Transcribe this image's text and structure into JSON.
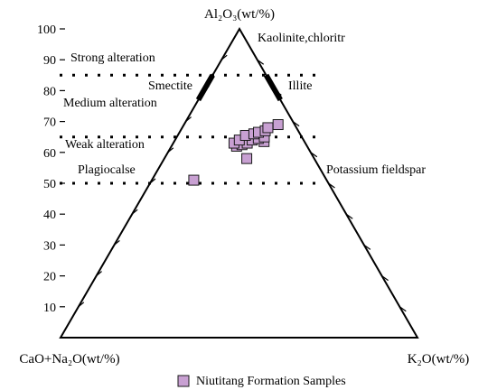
{
  "chart_data": {
    "type": "scatter",
    "title": "",
    "apex_labels": {
      "top": "Al₂O₃(wt/%)",
      "left": "CaO+Na₂O(wt/%)",
      "right": "K₂O(wt/%)"
    },
    "axis": {
      "label": "",
      "range": [
        0,
        100
      ],
      "ticks": [
        10,
        20,
        30,
        40,
        50,
        60,
        70,
        80,
        90,
        100
      ]
    },
    "reference_lines": [
      {
        "name": "strong-alteration-line",
        "value": 85
      },
      {
        "name": "weak-alteration-line",
        "value": 65
      },
      {
        "name": "plagioclase-fieldspar-line",
        "value": 50
      }
    ],
    "annotations": [
      {
        "name": "strong-alteration",
        "text": "Strong alteration"
      },
      {
        "name": "medium-alteration",
        "text": "Medium alteration"
      },
      {
        "name": "weak-alteration",
        "text": "Weak alteration"
      },
      {
        "name": "smectite",
        "text": "Smectite"
      },
      {
        "name": "illite",
        "text": "Illite"
      },
      {
        "name": "kaolinite-chlorite",
        "text": "Kaolinite,chloritr"
      },
      {
        "name": "plagioclase",
        "text": "Plagiocalse"
      },
      {
        "name": "potassium-fieldspar",
        "text": "Potassium fieldspar"
      }
    ],
    "mineral_bars": [
      {
        "name": "smectite-bar",
        "al2o3": [
          77,
          85
        ],
        "k2o_fraction": 0.0
      },
      {
        "name": "illite-bar",
        "al2o3": [
          77,
          85
        ],
        "k2o_fraction": 1.0
      }
    ],
    "series": [
      {
        "name": "Niutitang Formation Samples",
        "marker": "square",
        "color": "#c8a0d2",
        "points": [
          {
            "al2o3": 51,
            "k2o_fraction": 0.24
          },
          {
            "al2o3": 58,
            "k2o_fraction": 0.55
          },
          {
            "al2o3": 62,
            "k2o_fraction": 0.48
          },
          {
            "al2o3": 62.5,
            "k2o_fraction": 0.52
          },
          {
            "al2o3": 63,
            "k2o_fraction": 0.46
          },
          {
            "al2o3": 63,
            "k2o_fraction": 0.56
          },
          {
            "al2o3": 63.5,
            "k2o_fraction": 0.69
          },
          {
            "al2o3": 64,
            "k2o_fraction": 0.5
          },
          {
            "al2o3": 64,
            "k2o_fraction": 0.6
          },
          {
            "al2o3": 64.5,
            "k2o_fraction": 0.65
          },
          {
            "al2o3": 65,
            "k2o_fraction": 0.7
          },
          {
            "al2o3": 65.5,
            "k2o_fraction": 0.55
          },
          {
            "al2o3": 66,
            "k2o_fraction": 0.62
          },
          {
            "al2o3": 66.5,
            "k2o_fraction": 0.66
          },
          {
            "al2o3": 67,
            "k2o_fraction": 0.72
          },
          {
            "al2o3": 68,
            "k2o_fraction": 0.75
          },
          {
            "al2o3": 69,
            "k2o_fraction": 0.85
          }
        ]
      }
    ],
    "legend": {
      "position": "bottom-center",
      "label": "Niutitang Formation Samples"
    },
    "colors": {
      "axis": "#000000",
      "marker_fill": "#c8a0d2",
      "marker_stroke": "#1a1a1a"
    }
  }
}
